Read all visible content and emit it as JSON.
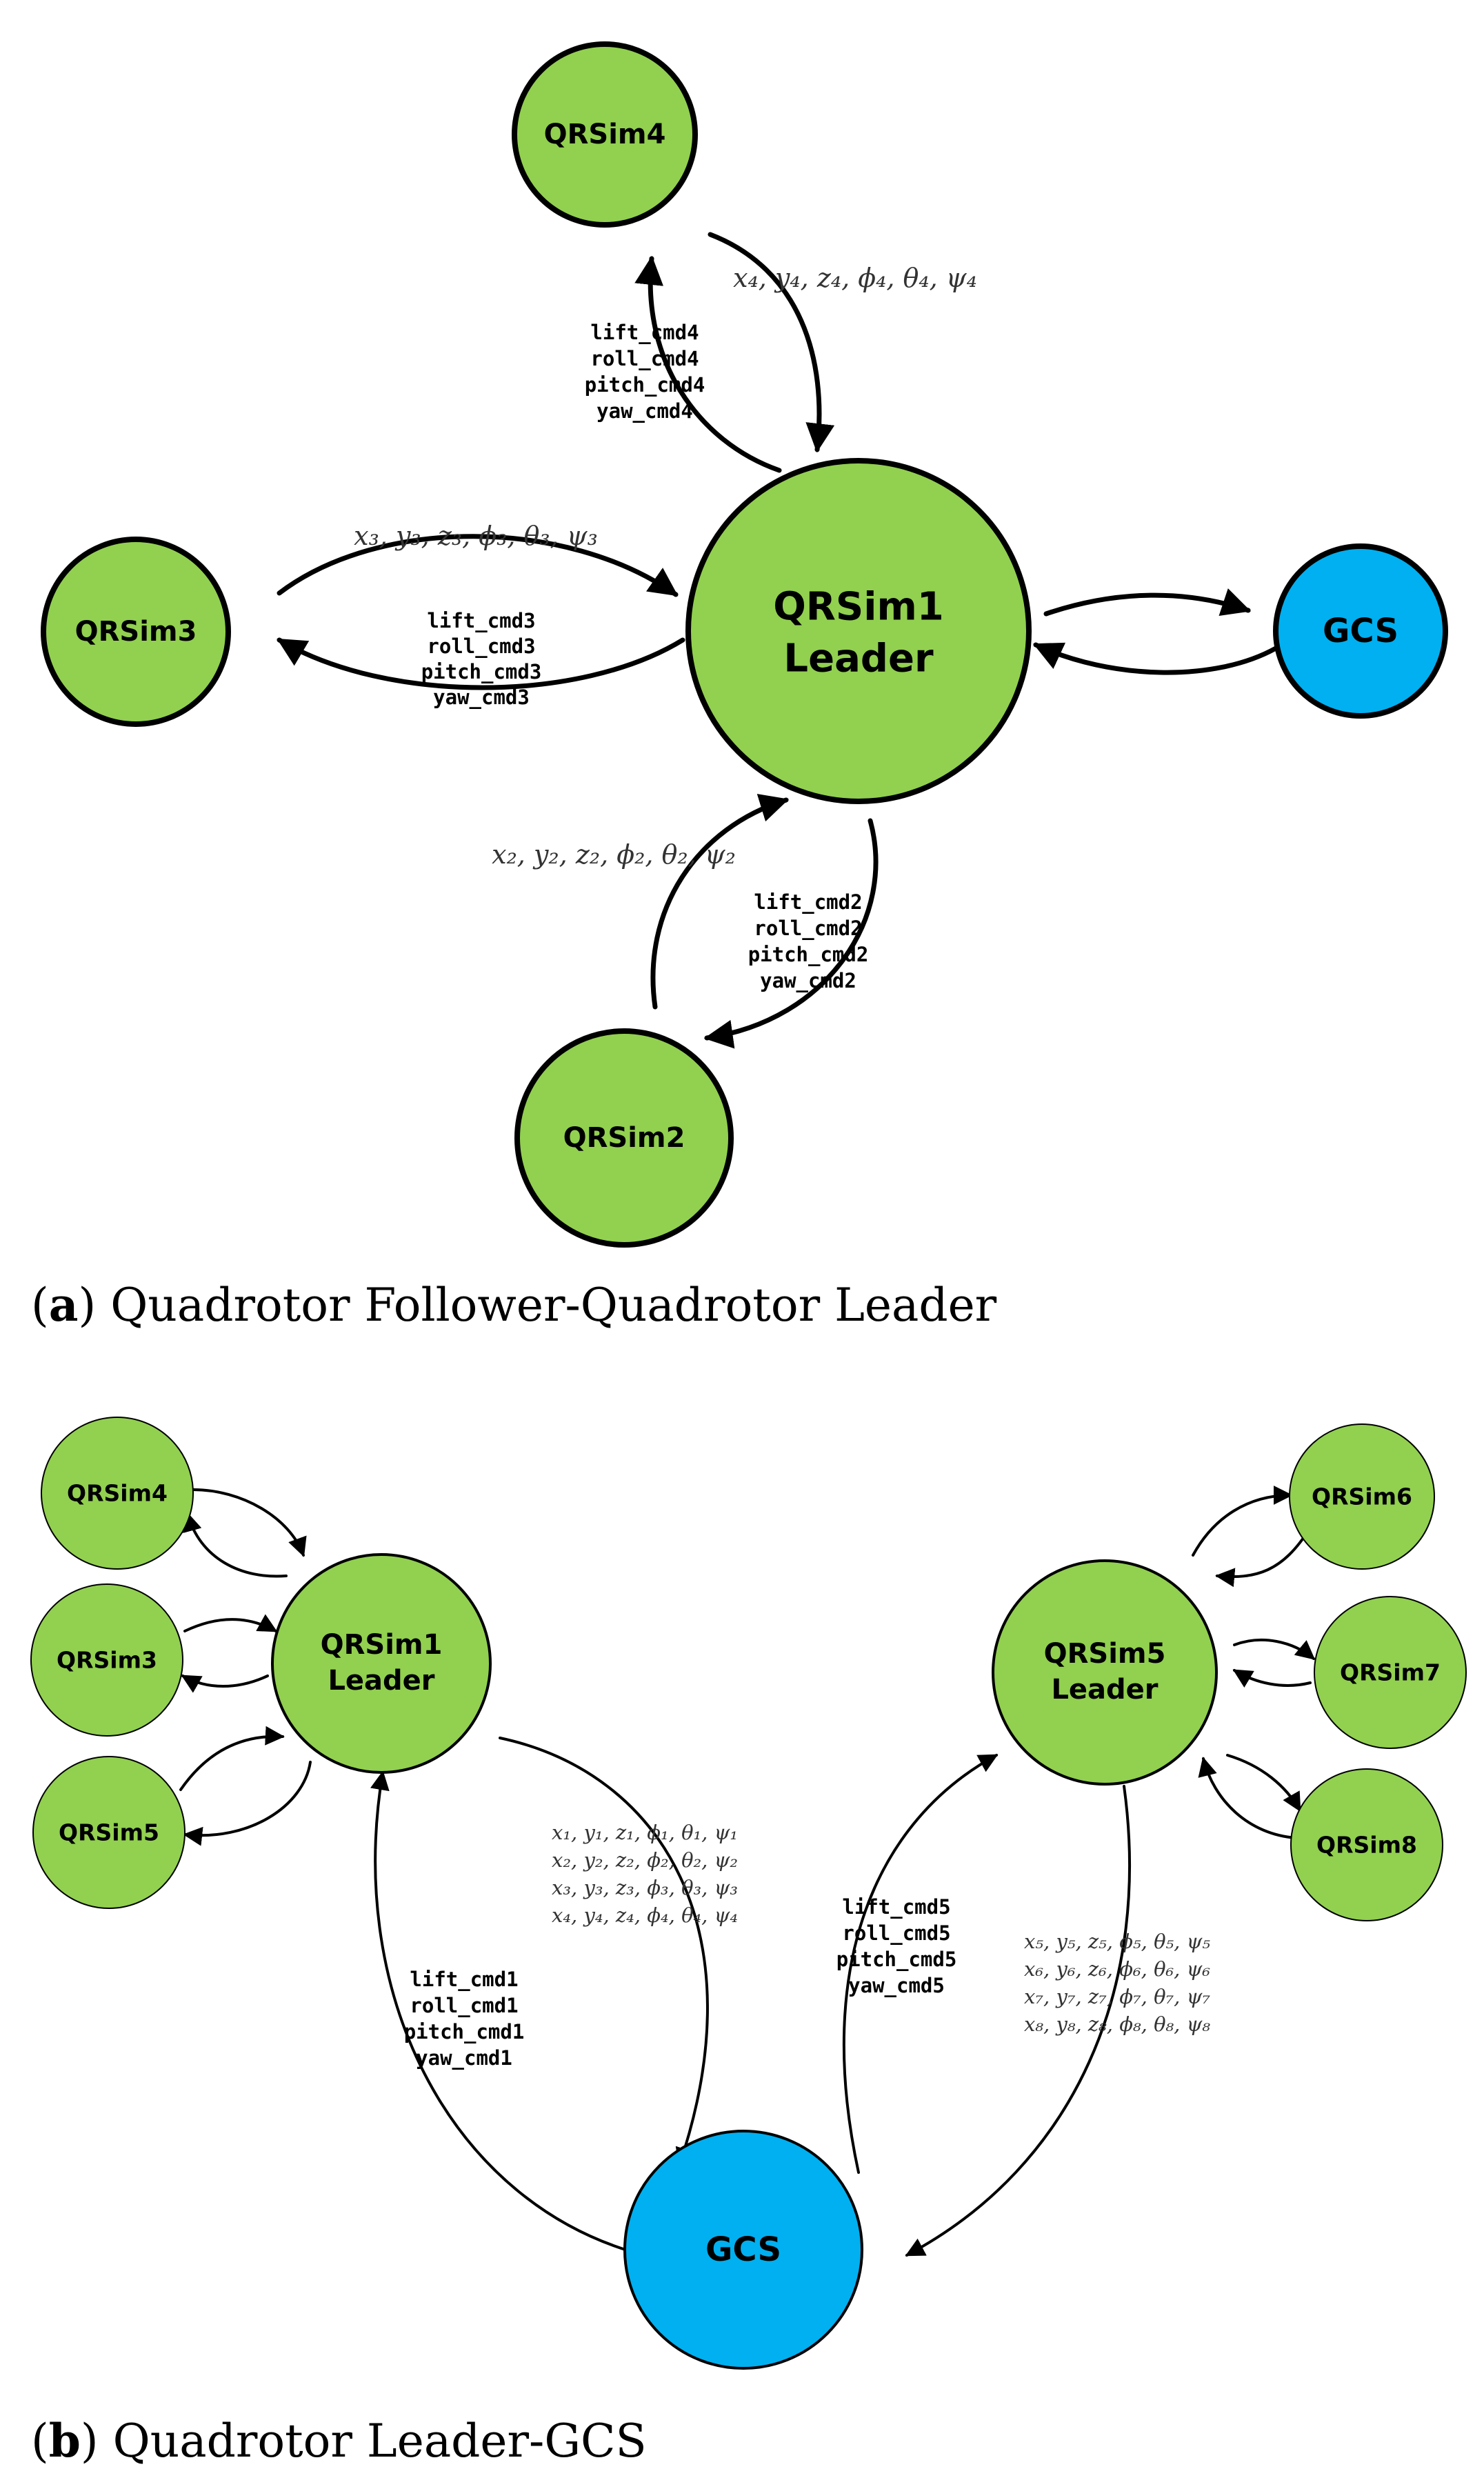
{
  "colors": {
    "node_green": "#92D050",
    "node_blue": "#00B0F0",
    "stroke": "#000000"
  },
  "panel_a": {
    "caption_letter": "a",
    "caption_text": "Quadrotor Follower-Quadrotor Leader",
    "nodes": {
      "leader": [
        "QRSim1",
        "Leader"
      ],
      "qrsim2": "QRSim2",
      "qrsim3": "QRSim3",
      "qrsim4": "QRSim4",
      "gcs": "GCS"
    },
    "states": {
      "s2": "x₂, y₂, z₂, ϕ₂, θ₂, ψ₂",
      "s3": "x₃, y₃, z₃, ϕ₃, θ₃, ψ₃",
      "s4": "x₄, y₄, z₄, ϕ₄, θ₄, ψ₄"
    },
    "cmds": {
      "c2": [
        "lift_cmd2",
        "roll_cmd2",
        "pitch_cmd2",
        "yaw_cmd2"
      ],
      "c3": [
        "lift_cmd3",
        "roll_cmd3",
        "pitch_cmd3",
        "yaw_cmd3"
      ],
      "c4": [
        "lift_cmd4",
        "roll_cmd4",
        "pitch_cmd4",
        "yaw_cmd4"
      ]
    }
  },
  "panel_b": {
    "caption_letter": "b",
    "caption_text": "Quadrotor Leader-GCS",
    "nodes": {
      "leader1": [
        "QRSim1",
        "Leader"
      ],
      "leader5": [
        "QRSim5",
        "Leader"
      ],
      "qrsim4": "QRSim4",
      "qrsim3": "QRSim3",
      "qrsim5": "QRSim5",
      "qrsim6": "QRSim6",
      "qrsim7": "QRSim7",
      "qrsim8": "QRSim8",
      "gcs": "GCS"
    },
    "states_group1": [
      "x₁, y₁, z₁, ϕ₁, θ₁, ψ₁",
      "x₂, y₂, z₂, ϕ₂, θ₂, ψ₂",
      "x₃, y₃, z₃, ϕ₃, θ₃, ψ₃",
      "x₄, y₄, z₄, ϕ₄, θ₄, ψ₄"
    ],
    "states_group2": [
      "x₅, y₅, z₅, ϕ₅, θ₅, ψ₅",
      "x₆, y₆, z₆, ϕ₆, θ₆, ψ₆",
      "x₇, y₇, z₇, ϕ₇, θ₇, ψ₇",
      "x₈, y₈, z₈, ϕ₈, θ₈, ψ₈"
    ],
    "cmds1": [
      "lift_cmd1",
      "roll_cmd1",
      "pitch_cmd1",
      "yaw_cmd1"
    ],
    "cmds5": [
      "lift_cmd5",
      "roll_cmd5",
      "pitch_cmd5",
      "yaw_cmd5"
    ]
  }
}
